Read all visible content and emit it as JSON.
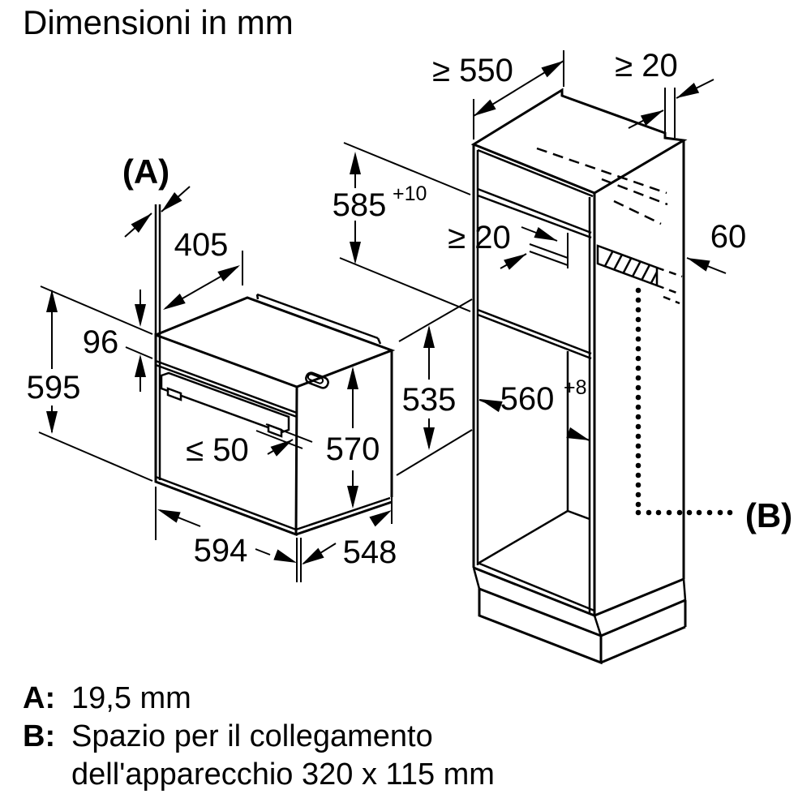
{
  "title": "Dimensioni in mm",
  "oven": {
    "marker": "(A)",
    "dim_top_depth": "405",
    "dim_panel_height": "96",
    "dim_height": "595",
    "dim_handle_clearance": "≤ 50",
    "dim_body_height": "570",
    "dim_width": "594",
    "dim_depth": "548"
  },
  "cabinet": {
    "marker": "(B)",
    "dim_min_depth": "≥ 550",
    "dim_top_rear_gap": "≥ 20",
    "dim_niche_height": "585",
    "dim_niche_height_tolerance": "+10",
    "dim_rear_gap": "≥ 20",
    "dim_vent_strip_height": "60",
    "dim_lower_niche_height": "535",
    "dim_niche_width": "560",
    "dim_niche_width_tolerance": "+8"
  },
  "legend": {
    "a_key": "A:",
    "a_value": "19,5 mm",
    "b_key": "B:",
    "b_value_line1": "Spazio per il collegamento",
    "b_value_line2": "dell'apparecchio 320 x 115 mm"
  },
  "colors": {
    "line": "#000000",
    "background": "#ffffff"
  }
}
